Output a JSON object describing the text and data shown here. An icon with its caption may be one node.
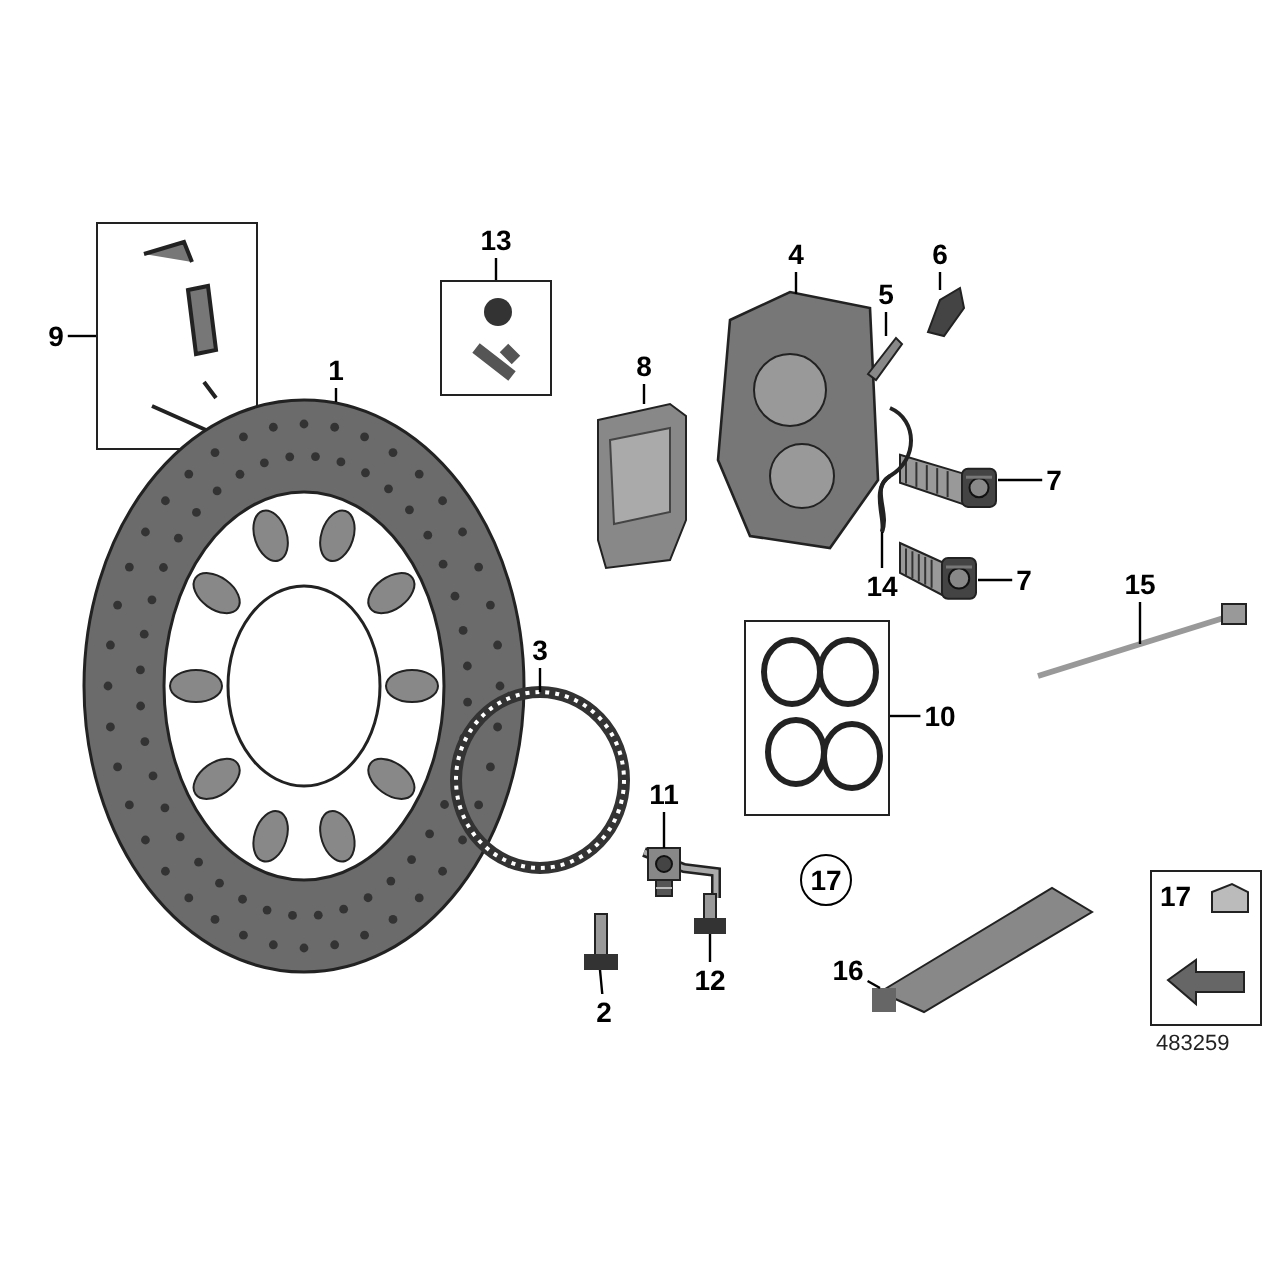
{
  "diagram": {
    "nodes": [
      {
        "text": [
          "9"
        ]
      },
      {
        "text": [],
        "shape": "box"
      },
      {
        "text": [
          "13"
        ]
      },
      {
        "text": [],
        "shape": "box"
      },
      {
        "text": [
          "1"
        ]
      },
      {
        "text": [],
        "shape": "picture"
      },
      {
        "text": [
          "8"
        ]
      },
      {
        "text": [],
        "shape": "picture"
      },
      {
        "text": [
          "4"
        ]
      },
      {
        "text": [],
        "shape": "picture"
      },
      {
        "text": [
          "5"
        ]
      },
      {
        "text": [],
        "shape": "picture"
      },
      {
        "text": [
          "6"
        ]
      },
      {
        "text": [],
        "shape": "picture"
      },
      {
        "text": [
          "7"
        ]
      },
      {
        "text": [],
        "shape": "picture"
      },
      {
        "text": [
          "7"
        ]
      },
      {
        "text": [],
        "shape": "picture"
      },
      {
        "text": [
          "14"
        ]
      },
      {
        "text": [],
        "shape": "picture"
      },
      {
        "text": [
          "15"
        ]
      },
      {
        "text": [],
        "shape": "picture"
      },
      {
        "text": [
          "3"
        ]
      },
      {
        "text": [],
        "shape": "picture"
      },
      {
        "text": [
          "10"
        ]
      },
      {
        "text": [],
        "shape": "box"
      },
      {
        "text": [
          "11"
        ]
      },
      {
        "text": [],
        "shape": "picture"
      },
      {
        "text": [
          "17"
        ]
      },
      {
        "text": [
          "12"
        ]
      },
      {
        "text": [],
        "shape": "picture"
      },
      {
        "text": [
          "2"
        ]
      },
      {
        "text": [],
        "shape": "picture"
      },
      {
        "text": [
          "16"
        ]
      },
      {
        "text": [],
        "shape": "picture"
      },
      {
        "text": [
          "17"
        ]
      }
    ],
    "edges": [
      {
        "from": 0,
        "to": 1,
        "arrow": "none"
      },
      {
        "from": 2,
        "to": 3,
        "arrow": "none"
      },
      {
        "from": 4,
        "to": 5,
        "arrow": "none"
      },
      {
        "from": 6,
        "to": 7,
        "arrow": "none"
      },
      {
        "from": 8,
        "to": 9,
        "arrow": "none"
      },
      {
        "from": 10,
        "to": 11,
        "arrow": "none"
      },
      {
        "from": 12,
        "to": 13,
        "arrow": "none"
      },
      {
        "from": 14,
        "to": 15,
        "arrow": "none"
      },
      {
        "from": 16,
        "to": 17,
        "arrow": "none"
      },
      {
        "from": 18,
        "to": 19,
        "arrow": "none"
      },
      {
        "from": 20,
        "to": 21,
        "arrow": "none"
      },
      {
        "from": 22,
        "to": 23,
        "arrow": "none"
      },
      {
        "from": 24,
        "to": 25,
        "arrow": "none"
      },
      {
        "from": 26,
        "to": 27,
        "arrow": "none"
      },
      {
        "from": 29,
        "to": 30,
        "arrow": "none"
      },
      {
        "from": 31,
        "to": 32,
        "arrow": "none"
      },
      {
        "from": 33,
        "to": 34,
        "arrow": "none"
      }
    ],
    "labels": [
      "483259"
    ]
  }
}
